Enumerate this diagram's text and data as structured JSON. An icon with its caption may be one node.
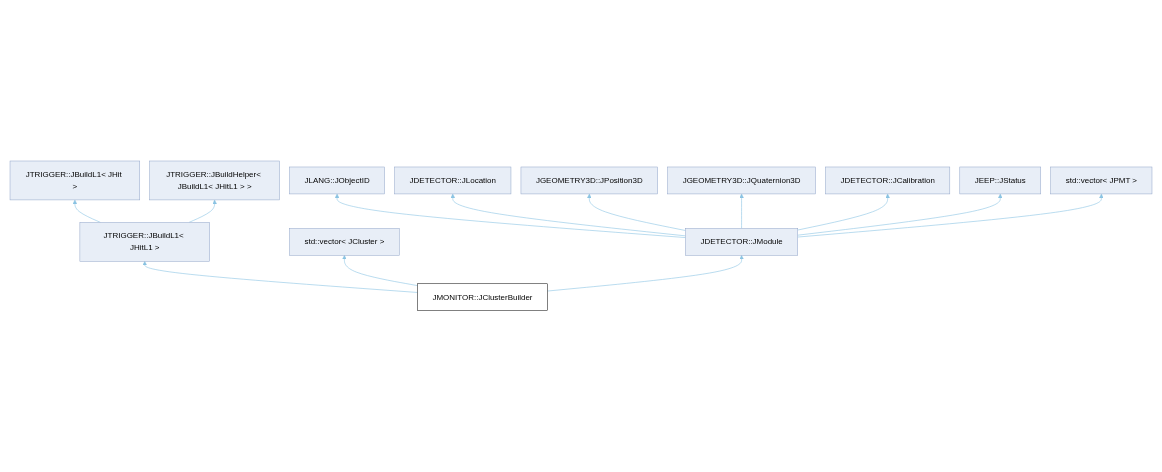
{
  "diagram": {
    "nodes": [
      {
        "text": [
          "JLANG::JObjectID"
        ]
      },
      {
        "text": [
          "JDETECTOR::JLocation"
        ]
      },
      {
        "text": [
          "JGEOMETRY3D::JPosition3D"
        ]
      },
      {
        "text": [
          "JGEOMETRY3D::JQuaternion3D"
        ]
      },
      {
        "text": [
          "JDETECTOR::JCalibration"
        ]
      },
      {
        "text": [
          "JTRIGGER::JBuildL1< JHit >"
        ]
      },
      {
        "text": [
          "JEEP::JStatus"
        ]
      },
      {
        "text": [
          "JTRIGGER::JBuildHelper< JBuildL1< JHitL1 > >"
        ]
      },
      {
        "text": [
          "std::vector< JPMT >"
        ]
      },
      {
        "text": [
          "JTRIGGER::JBuildL1< JHitL1 >"
        ]
      },
      {
        "text": [
          "std::vector< JCluster >"
        ]
      },
      {
        "text": [
          "JDETECTOR::JModule"
        ]
      },
      {
        "text": [
          "JMONITOR::JClusterBuilder"
        ]
      }
    ],
    "edges": [
      {
        "from": 12,
        "to": 9,
        "arrow": "to"
      },
      {
        "from": 12,
        "to": 10,
        "arrow": "to"
      },
      {
        "from": 12,
        "to": 11,
        "arrow": "to"
      },
      {
        "from": 9,
        "to": 5,
        "arrow": "to"
      },
      {
        "from": 9,
        "to": 7,
        "arrow": "to"
      },
      {
        "from": 11,
        "to": 0,
        "arrow": "to"
      },
      {
        "from": 11,
        "to": 1,
        "arrow": "to"
      },
      {
        "from": 11,
        "to": 2,
        "arrow": "to"
      },
      {
        "from": 11,
        "to": 3,
        "arrow": "to"
      },
      {
        "from": 11,
        "to": 4,
        "arrow": "to"
      },
      {
        "from": 11,
        "to": 6,
        "arrow": "to"
      },
      {
        "from": 11,
        "to": 8,
        "arrow": "to"
      }
    ]
  }
}
